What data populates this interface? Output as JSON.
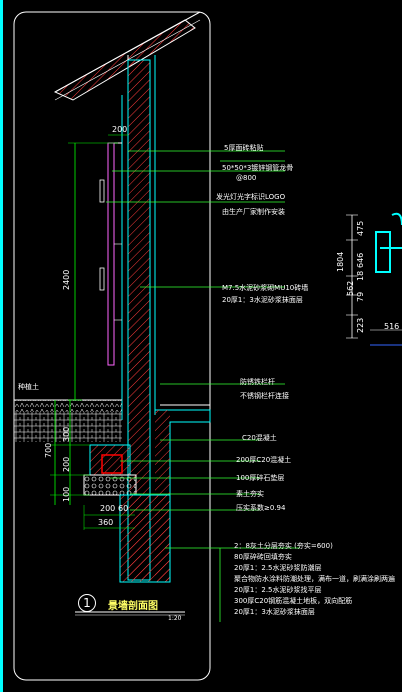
{
  "callouts_upper": [
    "5厚面砖粘贴",
    "50*50*3镀锌钢管龙骨",
    "@800",
    "发光灯光字标识LOGO",
    "由生产厂家制作安装",
    "M7.5水泥砂浆砌MU10砖墙",
    "20厚1：3水泥砂浆抹面层",
    "防锈铁栏杆",
    "不锈钢栏杆连接"
  ],
  "callouts_lower": [
    "C20混凝土",
    "200厚C20混凝土",
    "100厚碎石垫层",
    "素土夯实",
    "压实系数≥0.94"
  ],
  "floor_layers": [
    "2：8灰土分层夯实 (夯实=600)",
    "80厚碎砖回填夯实",
    "20厚1：2.5水泥砂浆防潮层",
    "聚合物防水涂料防潮处理，满布一道，刷满涂刷两遍",
    "20厚1：2.5水泥砂浆找平层",
    "300厚C20钢筋混凝土地板，双向配筋",
    "20厚1：3水泥砂浆抹面层"
  ],
  "dimensions": {
    "top_width": "200",
    "wall_height": "2400",
    "d300": "300",
    "d700": "700",
    "d200": "200",
    "d100": "100",
    "foot_a": "200",
    "foot_b": "60",
    "foot_total": "360"
  },
  "right_dims": {
    "d475": "475",
    "d646": "646",
    "d18": "18",
    "d79": "79",
    "d562": "562",
    "d223": "223",
    "total": "1804",
    "d516": "516"
  },
  "ground_label": "种植土",
  "drawing_title": "景墙剖面图",
  "drawing_number": "1",
  "drawing_scale": "1:20",
  "colors": {
    "background": "#000000",
    "frame": "#ffffff",
    "wall": "#00ffff",
    "leader": "#33ff33",
    "dimension": "#00ff00",
    "hatch": "#ff3b3b",
    "panel": "#ff66ff",
    "highlight": "#ff0000",
    "title": "#ffff66",
    "hedge": "#00ffff",
    "blueprint": "#3366ff"
  }
}
